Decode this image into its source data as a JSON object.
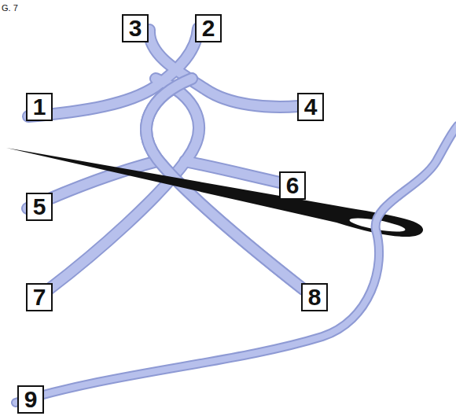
{
  "diagram": {
    "nodes": [
      {
        "text": [
          "3"
        ]
      },
      {
        "text": [
          "2"
        ]
      },
      {
        "text": [
          "1"
        ]
      },
      {
        "text": [
          "4"
        ]
      },
      {
        "text": [
          "5"
        ]
      },
      {
        "text": [
          "6"
        ]
      },
      {
        "text": [
          "7"
        ]
      },
      {
        "text": [
          "8"
        ]
      },
      {
        "text": [
          "9"
        ]
      }
    ],
    "labels": [
      "G. 7"
    ]
  }
}
